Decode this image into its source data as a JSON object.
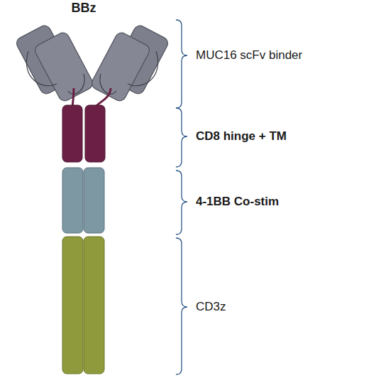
{
  "diagram": {
    "title": "BBz",
    "labels": [
      "MUC16 scFv binder",
      "CD8 hinge + TM",
      "4-1BB Co-stim",
      "CD3z"
    ]
  }
}
